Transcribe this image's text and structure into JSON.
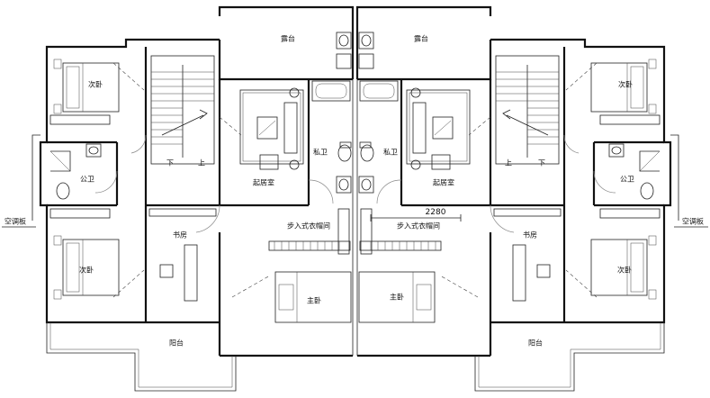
{
  "rooms": {
    "terrace_left": "露台",
    "terrace_right": "露台",
    "bedroom2_tl": "次卧",
    "bedroom2_tr": "次卧",
    "bedroom2_bl": "次卧",
    "bedroom2_br": "次卧",
    "bath_public_left": "公卫",
    "bath_public_right": "公卫",
    "bath_private_left": "私卫",
    "bath_private_right": "私卫",
    "living_left": "起居室",
    "living_right": "起居室",
    "study_left": "书房",
    "study_right": "书房",
    "closet_left": "步入式衣帽间",
    "closet_right": "步入式衣帽间",
    "master_left": "主卧",
    "master_right": "主卧",
    "balcony_left": "阳台",
    "balcony_right": "阳台",
    "stair_down_left": "下",
    "stair_up_left": "上",
    "stair_up_right": "上",
    "stair_down_right": "下",
    "ac_left": "空调板",
    "ac_right": "空调板"
  },
  "dimension": "2280"
}
